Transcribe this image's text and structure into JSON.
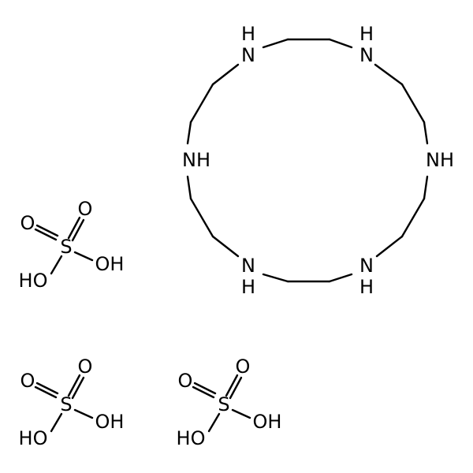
{
  "macrocycle": {
    "nh_label": "NH",
    "n_label": "N",
    "h_label": "H"
  },
  "sulfate_1": {
    "s": "S",
    "o_top": "O",
    "o_left": "O",
    "oh_right": "OH",
    "oh_bottom": "HO"
  },
  "sulfate_2": {
    "s": "S",
    "o_top": "O",
    "o_left": "O",
    "oh_right": "OH",
    "oh_bottom": "HO"
  },
  "sulfate_3": {
    "s": "S",
    "o_top": "O",
    "o_left": "O",
    "oh_right": "OH",
    "oh_bottom": "HO"
  },
  "colors": {
    "bond": "#000000",
    "text": "#000000",
    "background": "#ffffff"
  }
}
